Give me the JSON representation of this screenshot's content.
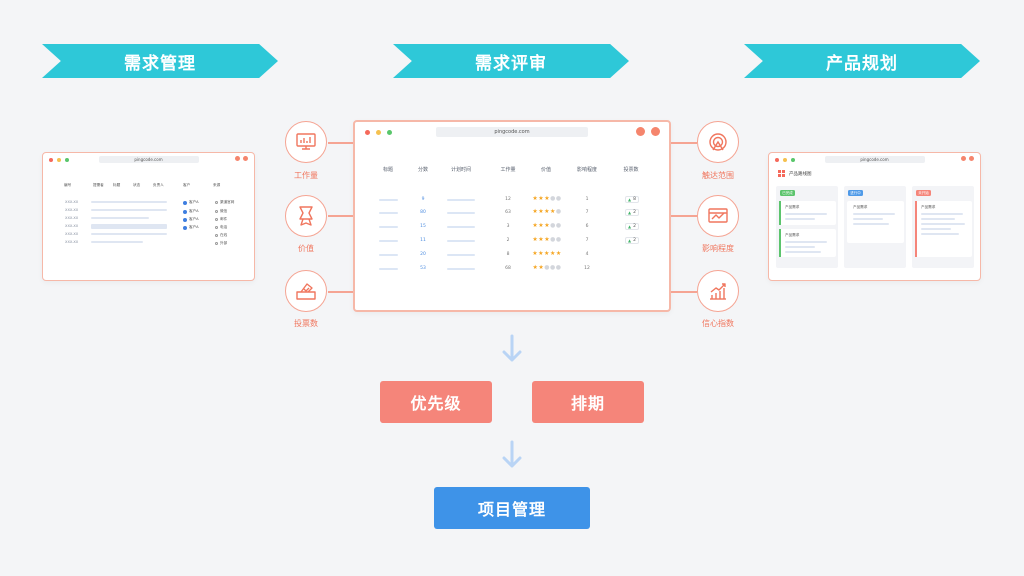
{
  "stages": {
    "left": "需求管理",
    "center": "需求评审",
    "right": "产品规划"
  },
  "browser": {
    "url": "pingcode.com"
  },
  "left_window": {
    "headers": [
      "编号",
      "提需者",
      "标题",
      "状态",
      "负责人",
      "客户",
      "来源"
    ],
    "row_id": "XXX-XX",
    "customers": [
      "客户A",
      "客户A",
      "客户A",
      "客户A"
    ],
    "sources": [
      "渠道官网",
      "微信",
      "邮件",
      "电话",
      "在线",
      "外部"
    ]
  },
  "center_window": {
    "headers": [
      "标题",
      "分数",
      "计划时间",
      "工作量",
      "价值",
      "影响程度",
      "投票数"
    ],
    "scores": [
      "9",
      "80",
      "15",
      "11",
      "20",
      "53"
    ],
    "workloads": [
      "12",
      "63",
      "3",
      "2",
      "8",
      "68"
    ],
    "value_stars": [
      3,
      4,
      3,
      3,
      5,
      2
    ],
    "impacts": [
      "1",
      "7",
      "6",
      "7",
      "4",
      "12"
    ],
    "votes": [
      "8",
      "2",
      "2",
      "2"
    ]
  },
  "left_criteria": [
    {
      "label": "工作量",
      "icon": "monitor-chart-icon"
    },
    {
      "label": "价值",
      "icon": "award-ribbon-icon"
    },
    {
      "label": "投票数",
      "icon": "ballot-box-icon"
    }
  ],
  "right_criteria": [
    {
      "label": "触达范围",
      "icon": "target-scope-icon"
    },
    {
      "label": "影响程度",
      "icon": "impact-chart-icon"
    },
    {
      "label": "信心指数",
      "icon": "trend-up-icon"
    }
  ],
  "right_window": {
    "title": "产品路线图",
    "tags": [
      "已完成",
      "进行中",
      "未开始"
    ],
    "tag_colors": [
      "#5cc46d",
      "#4f9ae8",
      "#f5857a"
    ],
    "cards": [
      "产品需求",
      "产品需求",
      "产品需求",
      "产品需求"
    ]
  },
  "steps": {
    "priority": "优先级",
    "schedule": "排期",
    "project": "项目管理"
  },
  "colors": {
    "chevron": "#2ec8d8",
    "accent": "#f5857a",
    "project": "#3e93e8",
    "arrow": "#b9d4f5"
  }
}
